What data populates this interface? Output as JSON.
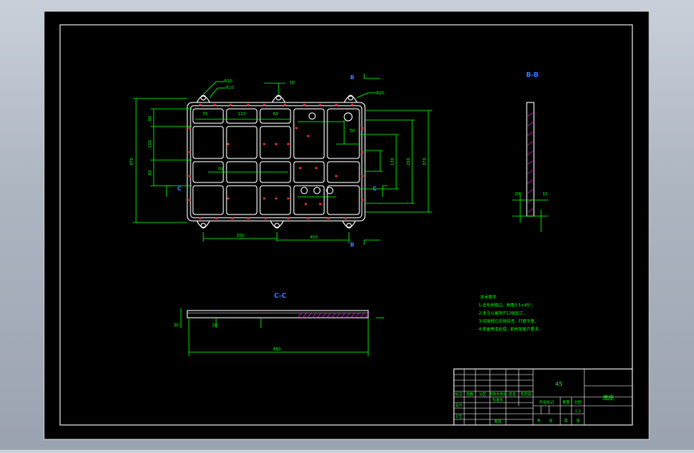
{
  "drawing": {
    "colors": {
      "background": "#000000",
      "frame": "#ffffff",
      "outline": "#ffffff",
      "dimension": "#00ff00",
      "section_label": "#2f7bff",
      "hatch": "#ff00ff",
      "center_mark": "#ff3030",
      "title_block": "#ffffff"
    },
    "section_labels": {
      "top_marker": "B",
      "bottom_marker": "B",
      "bb": "B-B",
      "cc": "C-C",
      "left_marker": "C",
      "right_marker": "C"
    },
    "dimensions": {
      "top_left_a": "R10",
      "top_left_b": "R10",
      "top_mid": "50",
      "top_right": "R20",
      "left_total": "370",
      "left_a": "80",
      "left_b": "100",
      "left_c": "80",
      "right_total": "370",
      "right_a": "200",
      "right_b": "130",
      "bottom_a": "200",
      "bottom_b": "400",
      "inner_a": "70",
      "inner_b": "120",
      "inner_c": "60",
      "inner_d": "70",
      "inner_e": "50",
      "cc_left": "30",
      "cc_mid": "20",
      "cc_total": "680",
      "bb_a": "20",
      "bb_b": "15"
    },
    "notes": {
      "title": "技术要求",
      "lines": [
        "1.去毛刺锐边，倒角0.5×45°。",
        "2.未注公差按IT12级加工。",
        "3.焊接部位去除焊渣，打磨平整。",
        "4.表面喷漆处理，颜色按客户要求。"
      ]
    },
    "title_block": {
      "material": "45",
      "part_name": "底座",
      "scale": "1:1",
      "row_labels": [
        "标记",
        "设计",
        "工艺"
      ],
      "col_labels": [
        "处数",
        "分区",
        "更改文件号",
        "签名",
        "年月日"
      ],
      "mid_labels": [
        "标准化",
        "批准"
      ],
      "right_labels": [
        "阶段标记",
        "重量",
        "比例"
      ],
      "sheet_labels": [
        "共",
        "张",
        "第",
        "张"
      ]
    }
  }
}
